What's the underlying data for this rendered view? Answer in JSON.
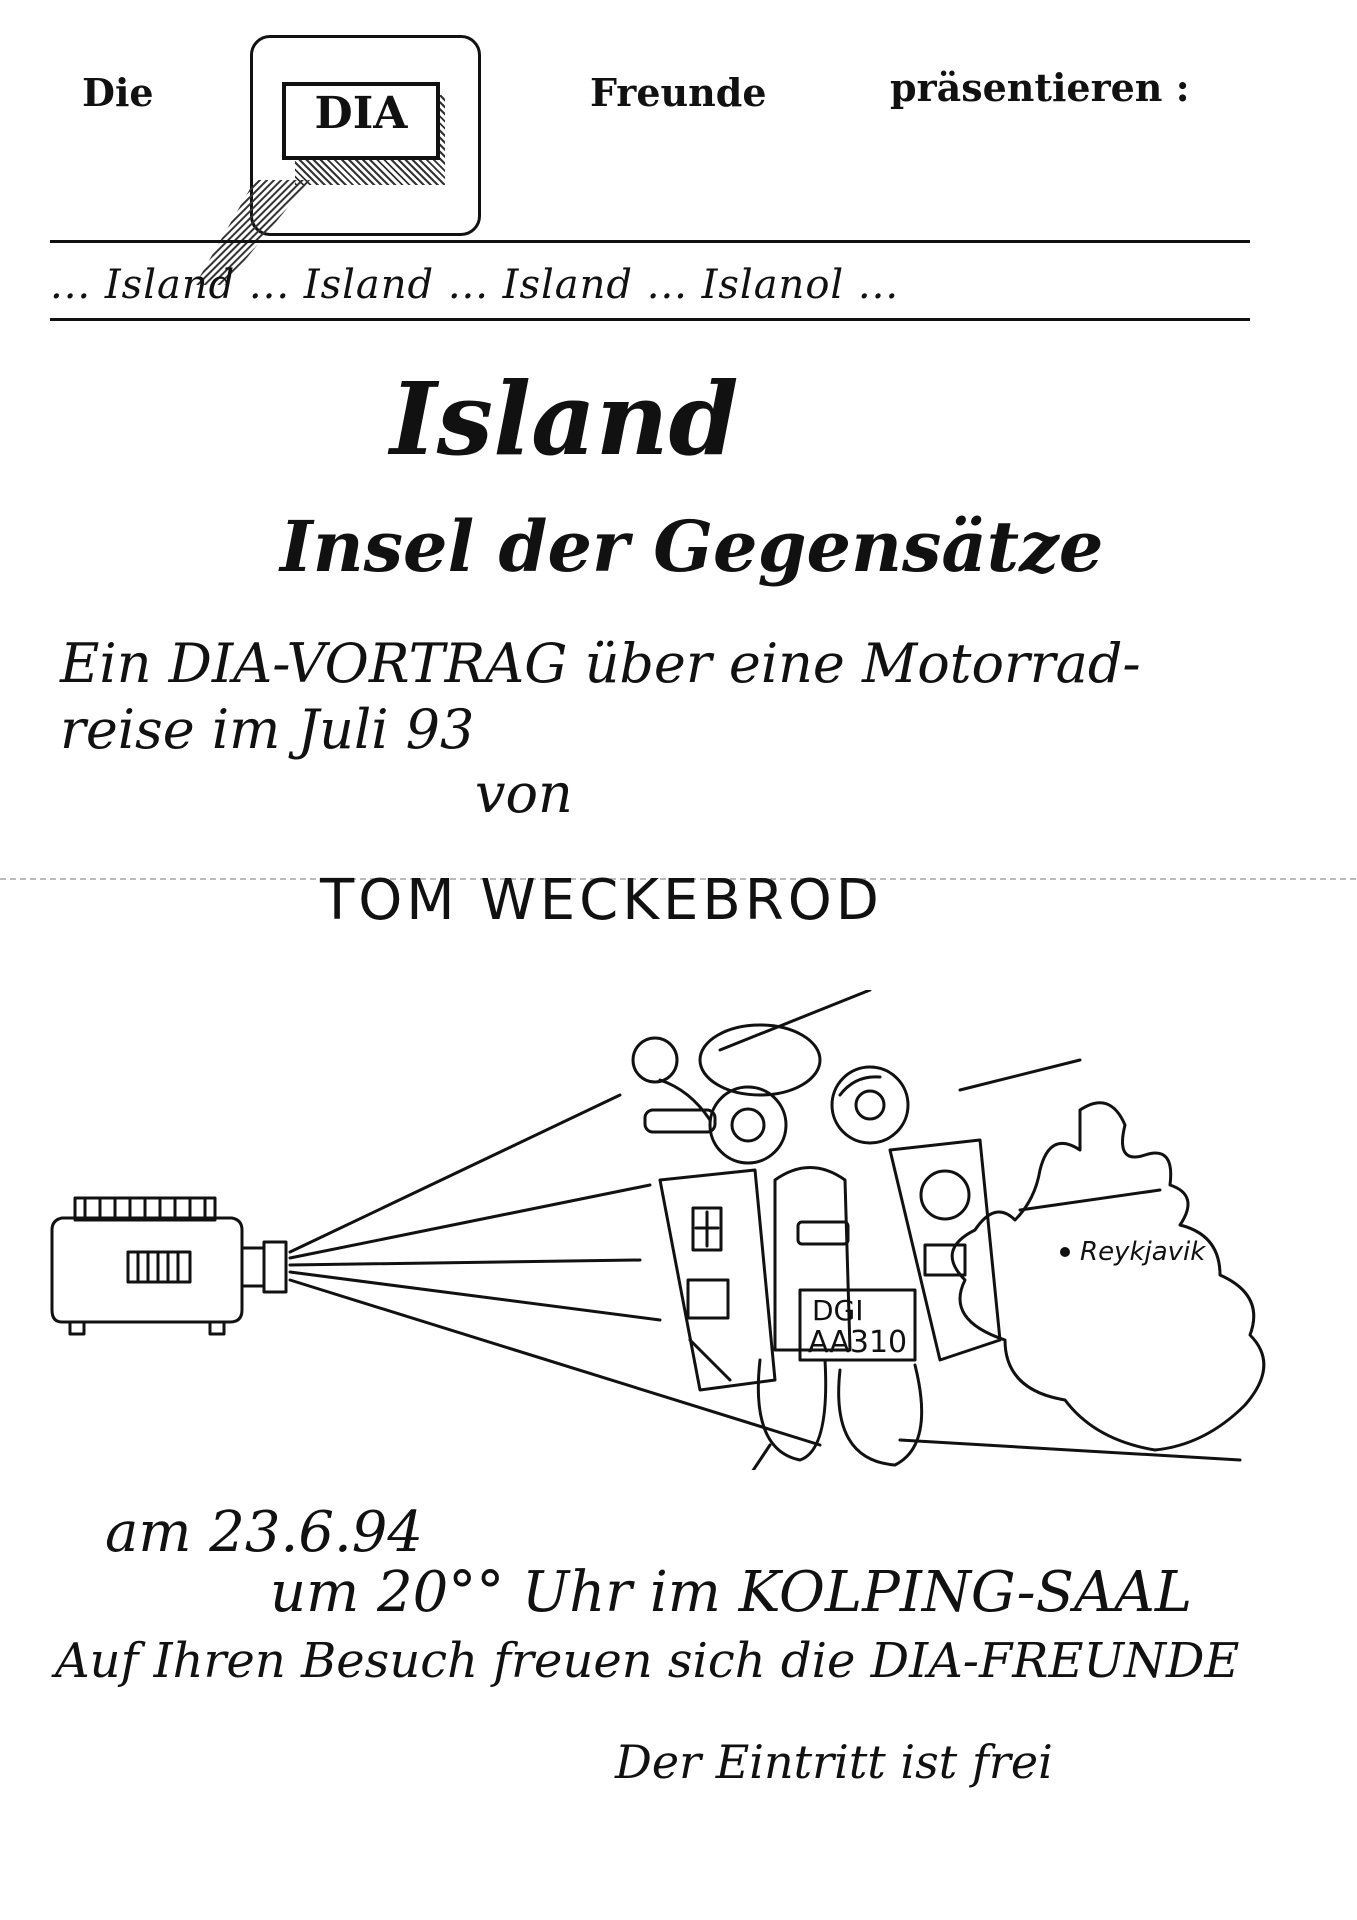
{
  "header": {
    "word_die": "Die",
    "logo_text": "DIA",
    "word_freunde": "Freunde",
    "word_praesentieren": "präsentieren :"
  },
  "band": {
    "text": "... Island ... Island ... Island ... Islanol ..."
  },
  "title": "Island",
  "subtitle": "Insel der Gegensätze",
  "description": {
    "line1": "Ein DIA-VORTRAG über eine Motorrad-",
    "line2": "reise im Juli 93",
    "line3": "von"
  },
  "presenter": "TOM WECKEBROD",
  "drawing": {
    "map_label": "Reykjavik",
    "license_plate_top": "DGI",
    "license_plate_bottom": "AA310"
  },
  "event": {
    "date": "am 23.6.94",
    "time": "um 20°° Uhr im KOLPING-SAAL",
    "invitation": "Auf Ihren Besuch freuen sich die DIA-FREUNDE",
    "entry": "Der Eintritt ist frei"
  }
}
